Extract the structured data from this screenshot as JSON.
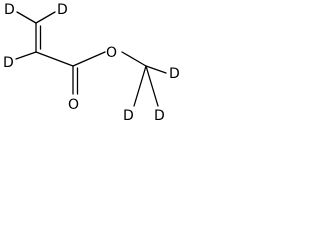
{
  "molecule": {
    "atoms": {
      "d_top_left": "D",
      "d_top_right": "D",
      "d_alpha": "D",
      "o_ester": "O",
      "o_carbonyl": "O",
      "d_methyl_right": "D",
      "d_methyl_bottom_left": "D",
      "d_methyl_bottom_right": "D"
    }
  }
}
